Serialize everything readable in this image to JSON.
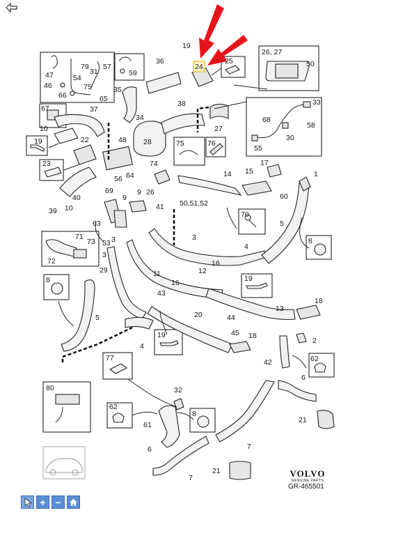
{
  "brand": {
    "name": "VOLVO",
    "subtitle": "GENUINE PARTS"
  },
  "doc_code": "GR-465501",
  "toolbar": {
    "select_icon": "cursor-icon",
    "zoom_in_label": "+",
    "zoom_out_label": "−",
    "home_icon": "home-icon"
  },
  "callouts": {
    "c1": "1",
    "c2": "2",
    "c3a": "3",
    "c3b": "3",
    "c3c": "3",
    "c4a": "4",
    "c4b": "4",
    "c5a": "5",
    "c5b": "5",
    "c6a": "6",
    "c6b": "6",
    "c7a": "7",
    "c7b": "7",
    "c8a": "8",
    "c8b": "8",
    "c8c": "8",
    "c9a": "9",
    "c9b": "9",
    "c10a": "10",
    "c10b": "10",
    "c11": "11",
    "c12": "12",
    "c13": "13",
    "c14": "14",
    "c15": "15",
    "c16a": "16",
    "c16b": "16",
    "c17": "17",
    "c18a": "18",
    "c18b": "18",
    "c19a": "19",
    "c19b": "19",
    "c19c": "19",
    "c19d": "19",
    "c20": "20",
    "c21a": "21",
    "c21b": "21",
    "c22": "22",
    "c23": "23",
    "c24": "24",
    "c25": "25",
    "c26": "26, 27",
    "c26b": "26",
    "c27": "27",
    "c28": "28",
    "c29": "29",
    "c30": "30",
    "c31": "31",
    "c32": "32",
    "c33": "33",
    "c34": "34",
    "c35": "35",
    "c36": "36",
    "c37": "37",
    "c38": "38",
    "c39": "39",
    "c40": "40",
    "c41": "41",
    "c42": "42",
    "c43": "43",
    "c44": "44",
    "c45": "45",
    "c46": "46",
    "c47": "47",
    "c48": "48",
    "c50": "50",
    "c5051": "50,51,52",
    "c53": "53",
    "c54": "54",
    "c55": "55",
    "c56": "56",
    "c57": "57",
    "c58": "58",
    "c59": "59",
    "c60": "60",
    "c61": "61",
    "c62a": "62",
    "c62b": "62",
    "c63": "63",
    "c64": "64",
    "c65": "65",
    "c66": "66",
    "c67": "67",
    "c68": "68",
    "c69": "69",
    "c70": "70",
    "c71": "71",
    "c72": "72",
    "c73": "73",
    "c74": "74",
    "c75a": "75",
    "c75b": "75",
    "c76": "76",
    "c77": "77",
    "c79": "79",
    "c80": "80"
  },
  "colors": {
    "highlight_arrow": "#e4141b",
    "toolbar": "#5a8fd6"
  }
}
